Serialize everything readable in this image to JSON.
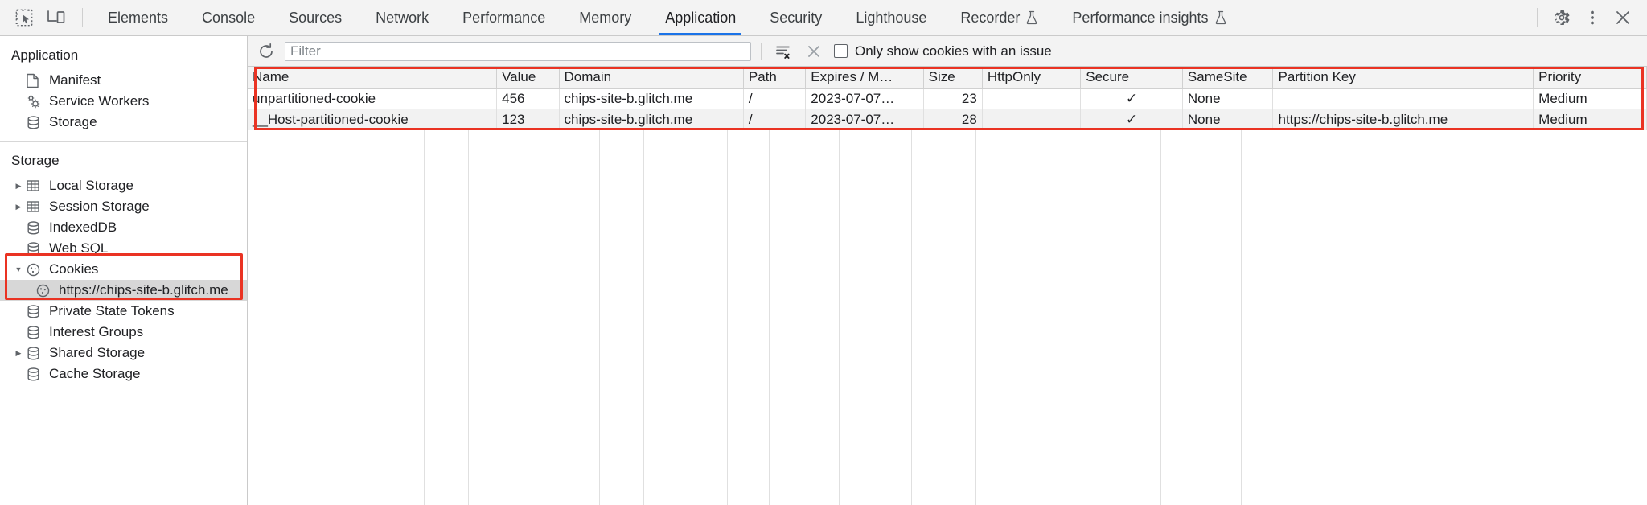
{
  "tabbar": {
    "left_icons": [
      {
        "name": "inspect-element-icon"
      },
      {
        "name": "device-toolbar-icon"
      }
    ],
    "tabs": [
      {
        "label": "Elements",
        "active": false,
        "experimental": false
      },
      {
        "label": "Console",
        "active": false,
        "experimental": false
      },
      {
        "label": "Sources",
        "active": false,
        "experimental": false
      },
      {
        "label": "Network",
        "active": false,
        "experimental": false
      },
      {
        "label": "Performance",
        "active": false,
        "experimental": false
      },
      {
        "label": "Memory",
        "active": false,
        "experimental": false
      },
      {
        "label": "Application",
        "active": true,
        "experimental": false
      },
      {
        "label": "Security",
        "active": false,
        "experimental": false
      },
      {
        "label": "Lighthouse",
        "active": false,
        "experimental": false
      },
      {
        "label": "Recorder",
        "active": false,
        "experimental": true
      },
      {
        "label": "Performance insights",
        "active": false,
        "experimental": true
      }
    ],
    "right_icons": [
      {
        "name": "settings-gear-icon"
      },
      {
        "name": "more-options-icon"
      },
      {
        "name": "close-devtools-icon"
      }
    ],
    "accent_color": "#1a73e8"
  },
  "sidebar": {
    "application_section": {
      "title": "Application",
      "items": [
        {
          "label": "Manifest",
          "icon": "manifest-document-icon",
          "twisty": "none",
          "selected": false
        },
        {
          "label": "Service Workers",
          "icon": "service-workers-gears-icon",
          "twisty": "none",
          "selected": false
        },
        {
          "label": "Storage",
          "icon": "storage-database-icon",
          "twisty": "none",
          "selected": false
        }
      ]
    },
    "storage_section": {
      "title": "Storage",
      "items": [
        {
          "label": "Local Storage",
          "icon": "table-grid-icon",
          "twisty": "collapsed",
          "selected": false
        },
        {
          "label": "Session Storage",
          "icon": "table-grid-icon",
          "twisty": "collapsed",
          "selected": false
        },
        {
          "label": "IndexedDB",
          "icon": "storage-database-icon",
          "twisty": "none",
          "selected": false
        },
        {
          "label": "Web SQL",
          "icon": "storage-database-icon",
          "twisty": "none",
          "selected": false
        },
        {
          "label": "Cookies",
          "icon": "cookie-icon",
          "twisty": "expanded",
          "selected": false,
          "highlighted": true
        },
        {
          "label": "https://chips-site-b.glitch.me",
          "icon": "cookie-icon",
          "twisty": "none",
          "selected": true,
          "child": true
        },
        {
          "label": "Private State Tokens",
          "icon": "storage-database-icon",
          "twisty": "none",
          "selected": false
        },
        {
          "label": "Interest Groups",
          "icon": "storage-database-icon",
          "twisty": "none",
          "selected": false
        },
        {
          "label": "Shared Storage",
          "icon": "storage-database-icon",
          "twisty": "collapsed",
          "selected": false
        },
        {
          "label": "Cache Storage",
          "icon": "storage-database-icon",
          "twisty": "none",
          "selected": false
        }
      ]
    },
    "highlight_color": "#ea3323"
  },
  "toolbar": {
    "refresh_icon": "refresh-icon",
    "filter_placeholder": "Filter",
    "filter_value": "",
    "clear_filters_icon": "clear-filters-icon",
    "clear_icon": "clear-all-cookies-icon",
    "issue_checkbox_label": "Only show cookies with an issue",
    "issue_checkbox_checked": false
  },
  "table": {
    "columns": [
      "Name",
      "Value",
      "Domain",
      "Path",
      "Expires / M…",
      "Size",
      "HttpOnly",
      "Secure",
      "SameSite",
      "Partition Key",
      "Priority"
    ],
    "rows": [
      {
        "Name": "unpartitioned-cookie",
        "Value": "456",
        "Domain": "chips-site-b.glitch.me",
        "Path": "/",
        "Expires / M…": "2023-07-07…",
        "Size": "23",
        "HttpOnly": "",
        "Secure": "✓",
        "SameSite": "None",
        "Partition Key": "",
        "Priority": "Medium"
      },
      {
        "Name": "__Host-partitioned-cookie",
        "Value": "123",
        "Domain": "chips-site-b.glitch.me",
        "Path": "/",
        "Expires / M…": "2023-07-07…",
        "Size": "28",
        "HttpOnly": "",
        "Secure": "✓",
        "SameSite": "None",
        "Partition Key": "https://chips-site-b.glitch.me",
        "Priority": "Medium"
      }
    ],
    "highlight_color": "#ea3323"
  }
}
